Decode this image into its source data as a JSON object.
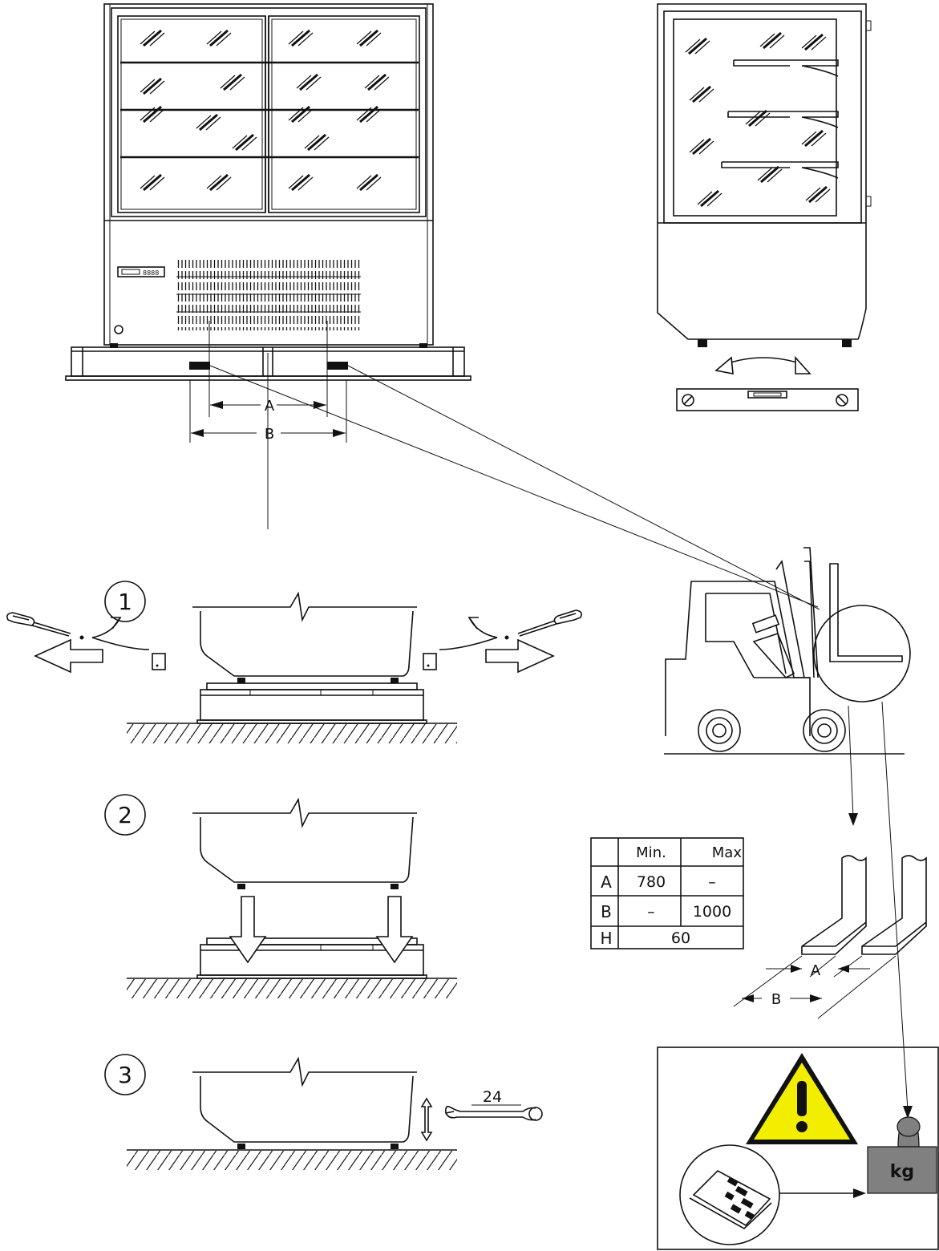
{
  "dimension_labels": {
    "top_a": "A",
    "top_b": "B",
    "fork_a": "A",
    "fork_b": "B"
  },
  "steps": [
    {
      "number": "1"
    },
    {
      "number": "2"
    },
    {
      "number": "3"
    }
  ],
  "wrench_size": "24",
  "fork_table": {
    "headers": [
      "",
      "Min.",
      "Max"
    ],
    "rows": [
      {
        "label": "A",
        "min": "780",
        "max": "–"
      },
      {
        "label": "B",
        "min": "–",
        "max": "1000"
      },
      {
        "label": "H",
        "span": "60"
      }
    ]
  },
  "warning_box": {
    "weight_unit": "kg"
  },
  "colors": {
    "line": "#111111",
    "warning_fill": "#f3ee00",
    "weight_fill": "#808080"
  },
  "icons": [
    "warning-triangle-icon",
    "weight-icon",
    "manual-icon",
    "screwdriver-icon",
    "wrench-icon",
    "spirit-level-icon",
    "forklift-icon"
  ]
}
